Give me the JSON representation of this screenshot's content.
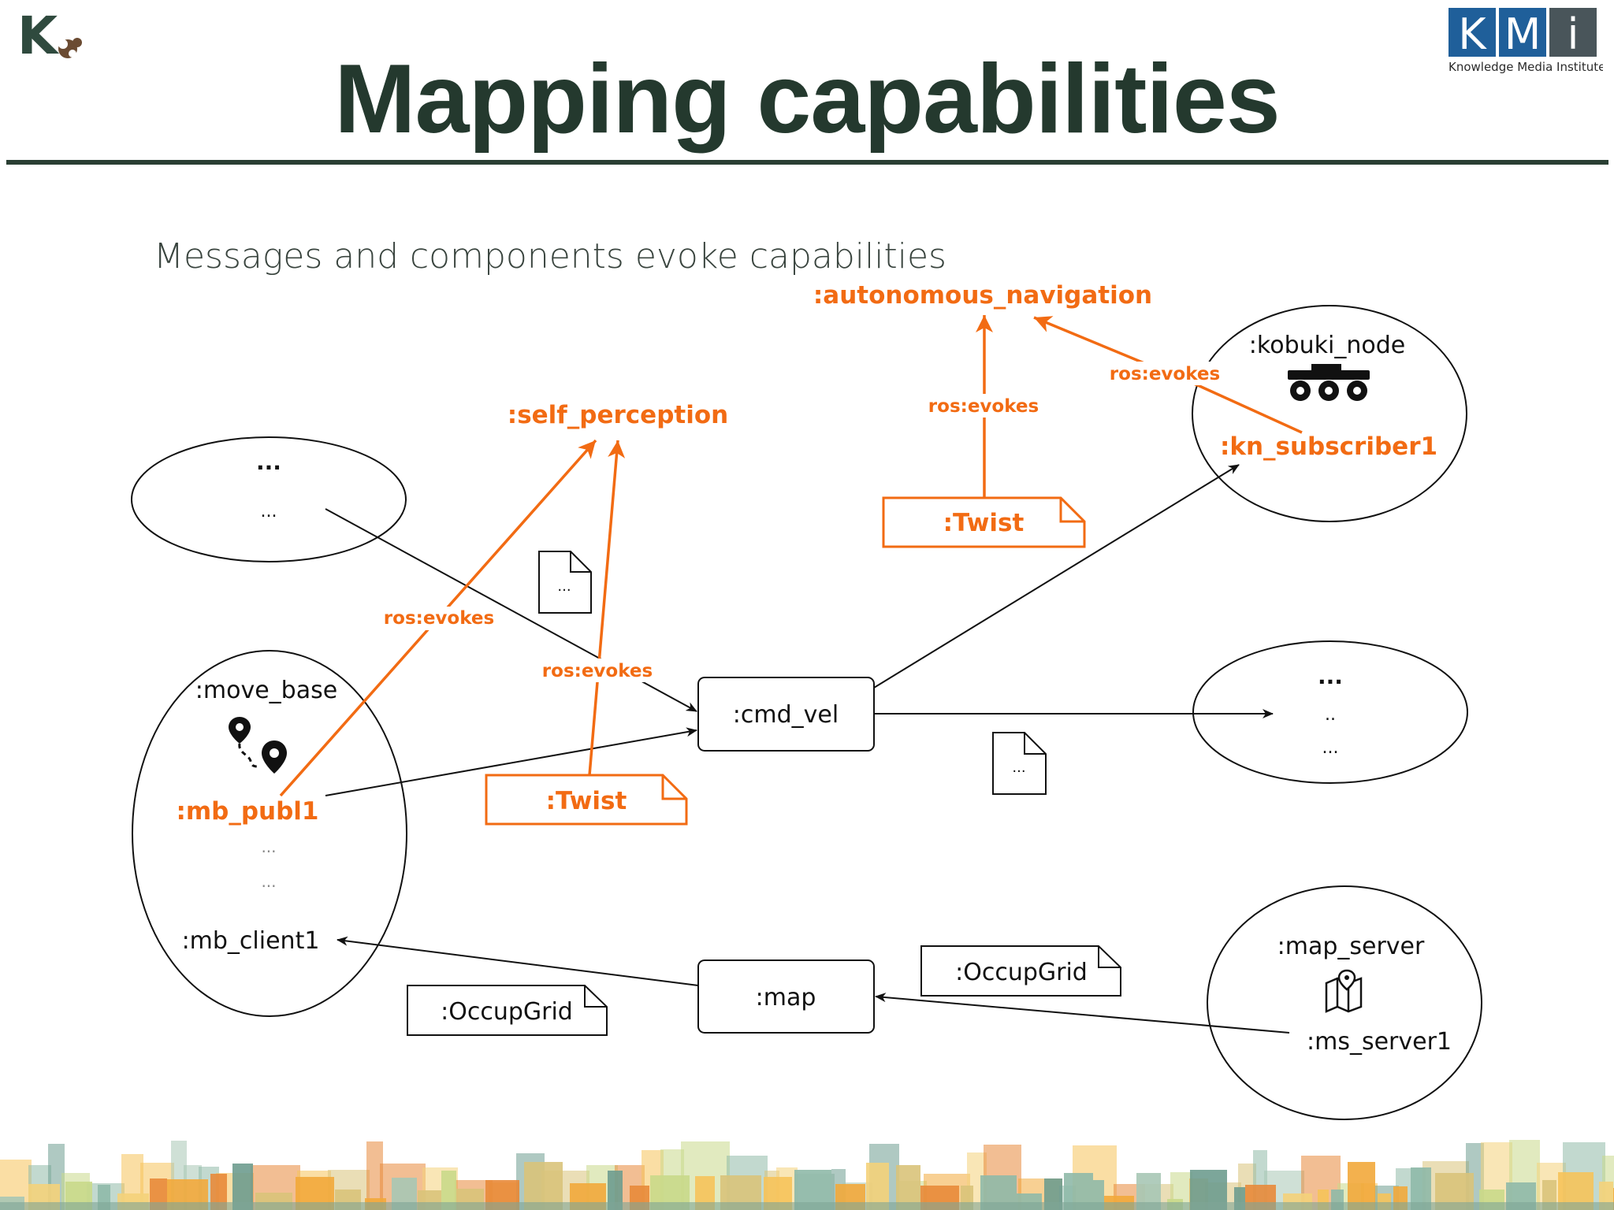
{
  "slide": {
    "title": "Mapping capabilities",
    "subtitle": "Messages and components evoke capabilities"
  },
  "logos": {
    "left": {
      "text": "K",
      "icon": "kmi-k-logo-icon"
    },
    "right": {
      "letters": [
        "K",
        "M",
        "i"
      ],
      "caption": "Knowledge Media Institute"
    }
  },
  "colors": {
    "accent": "#f26b13",
    "title": "#24392e",
    "ink": "#111111"
  },
  "diagram": {
    "capabilities": {
      "autonomous_navigation": ":autonomous_navigation",
      "self_perception": ":self_perception"
    },
    "relations": {
      "evokes_nav_twist": "ros:evokes",
      "evokes_nav_kobuki": "ros:evokes",
      "evokes_self_mb": "ros:evokes",
      "evokes_self_twist": "ros:evokes"
    },
    "nodes": {
      "unknown_top": {
        "line1": "...",
        "line2": "..."
      },
      "move_base": {
        "label": ":move_base",
        "publisher": ":mb_publ1",
        "dots1": "...",
        "dots2": "...",
        "client": ":mb_client1",
        "icon": "route-pin-icon"
      },
      "kobuki_node": {
        "label": ":kobuki_node",
        "subscriber": ":kn_subscriber1",
        "icon": "robot-base-icon"
      },
      "unknown_right": {
        "line1": "...",
        "line2": "..",
        "line3": "..."
      },
      "map_server": {
        "label": ":map_server",
        "server": ":ms_server1",
        "icon": "map-pin-icon"
      }
    },
    "topics": {
      "cmd_vel": ":cmd_vel",
      "map": ":map"
    },
    "messages": {
      "twist_top": ":Twist",
      "twist_mid": ":Twist",
      "occup_right": ":OccupGrid",
      "occup_left": ":OccupGrid",
      "doc_upper": "...",
      "doc_lower": "..."
    }
  }
}
